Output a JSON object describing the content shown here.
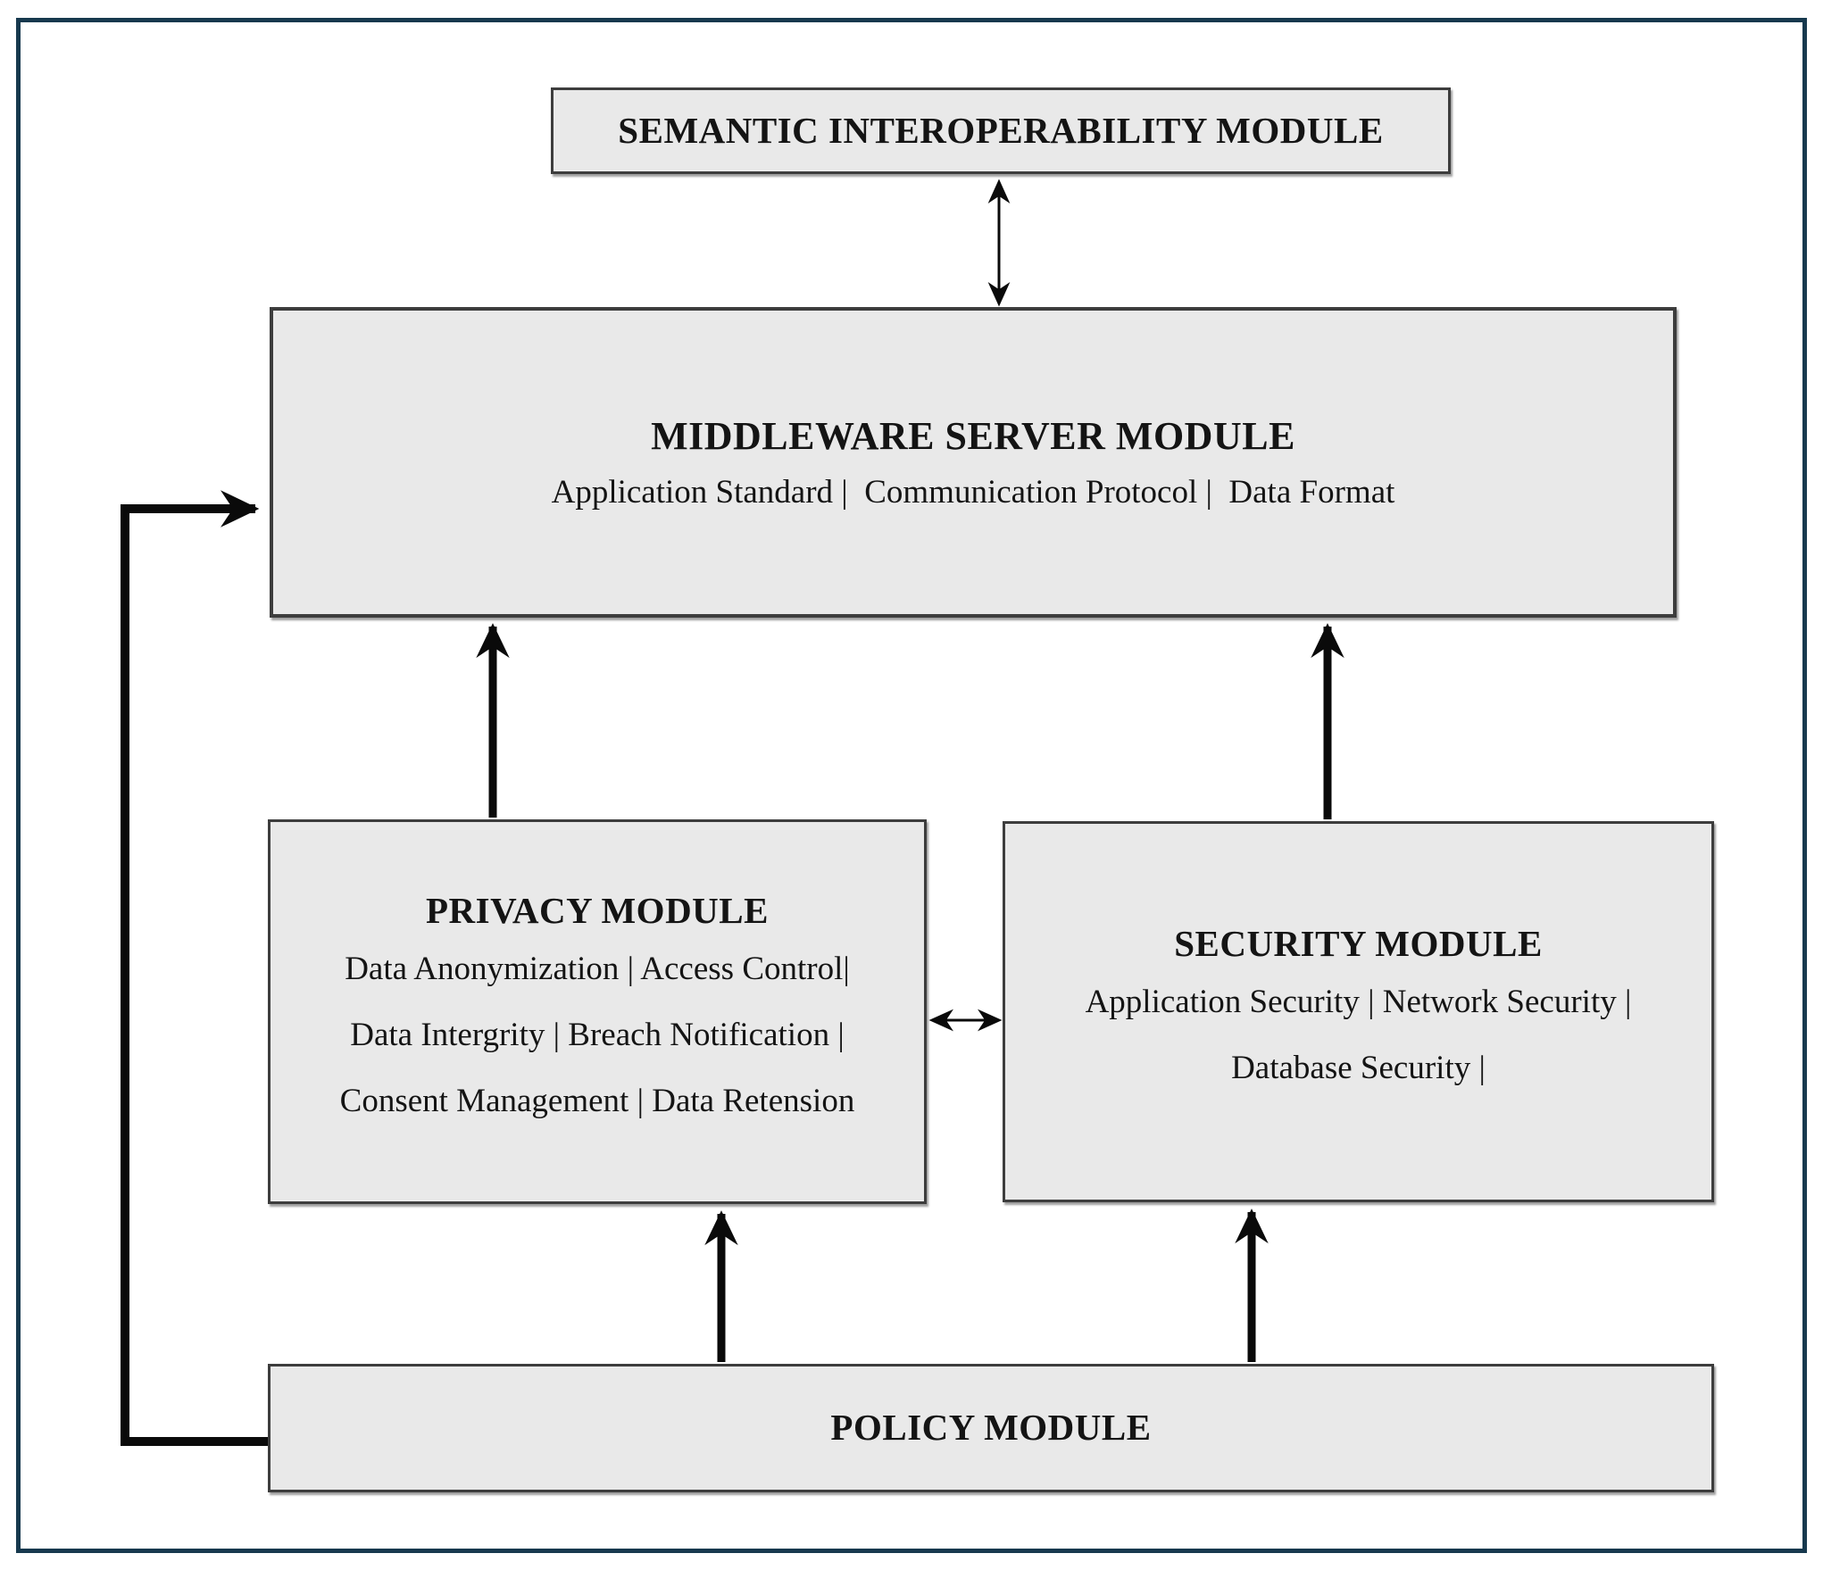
{
  "figure": {
    "nodes": {
      "semantic": {
        "title": "SEMANTIC INTEROPERABILITY MODULE"
      },
      "middleware": {
        "title": "MIDDLEWARE SERVER MODULE",
        "subtitle": "Application Standard |  Communication Protocol |  Data Format"
      },
      "privacy": {
        "title": "PRIVACY MODULE",
        "lines": [
          "Data Anonymization | Access Control|",
          "Data Intergrity | Breach Notification |",
          "Consent Management | Data Retension"
        ]
      },
      "security": {
        "title": "SECURITY MODULE",
        "lines": [
          "Application Security | Network Security |",
          "Database Security |"
        ]
      },
      "policy": {
        "title": "POLICY MODULE"
      }
    },
    "connections": [
      {
        "from": "semantic",
        "to": "middleware",
        "style": "thin-double-headed-vertical"
      },
      {
        "from": "privacy",
        "to": "middleware",
        "style": "thick-arrow-up"
      },
      {
        "from": "security",
        "to": "middleware",
        "style": "thick-arrow-up"
      },
      {
        "from": "privacy",
        "to": "security",
        "style": "thin-double-headed-horizontal"
      },
      {
        "from": "policy",
        "to": "privacy",
        "style": "thick-arrow-up"
      },
      {
        "from": "policy",
        "to": "security",
        "style": "thick-arrow-up"
      },
      {
        "from": "policy",
        "to": "middleware",
        "style": "thick-elbow-left-up"
      }
    ],
    "colors": {
      "box_fill": "#e9e9e9",
      "box_border": "#3d3d3d",
      "frame_border": "#17394e",
      "arrow": "#0a0a0a",
      "text": "#141414"
    }
  }
}
